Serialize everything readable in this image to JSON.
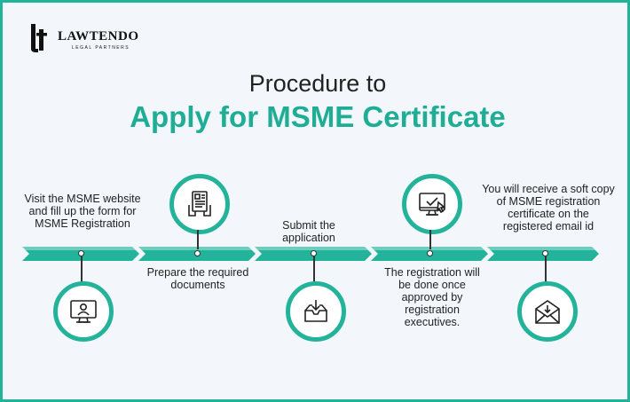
{
  "brand": {
    "name": "LAWTENDO",
    "tagline": "LEGAL PARTNERS"
  },
  "title": {
    "line1": "Procedure to",
    "line2": "Apply for MSME Certificate"
  },
  "colors": {
    "accent": "#22b39a",
    "accent_dark": "#1a9c86",
    "text": "#222222",
    "background": "#f3f7fb"
  },
  "steps": [
    {
      "text": "Visit the MSME website and fill up the form for MSME Registration",
      "icon": "monitor-user-icon"
    },
    {
      "text": "Prepare the required documents",
      "icon": "documents-icon"
    },
    {
      "text": "Submit the application",
      "icon": "inbox-download-icon"
    },
    {
      "text": "The registration will be done once approved by registration executives.",
      "icon": "monitor-check-icon"
    },
    {
      "text": "You will receive a soft copy of MSME registration certificate on the registered email id",
      "icon": "email-download-icon"
    }
  ]
}
